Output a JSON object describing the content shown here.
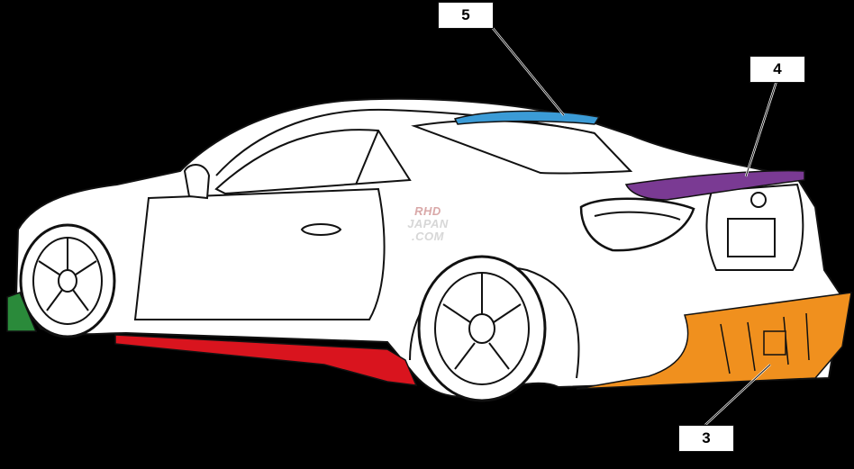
{
  "diagram": {
    "callouts": [
      {
        "label": "5",
        "part": "roof-spoiler"
      },
      {
        "label": "4",
        "part": "trunk-spoiler"
      },
      {
        "label": "3",
        "part": "rear-diffuser"
      }
    ],
    "watermark": {
      "line1": "RHD",
      "line2": "JAPAN",
      "line3": ".COM"
    },
    "colors": {
      "background": "#000000",
      "body": "#ffffff",
      "outline": "#111111",
      "roof_spoiler": "#3b9bd6",
      "trunk_spoiler": "#7a3a93",
      "rear_diffuser": "#f0901e",
      "side_skirt": "#d9141e",
      "front_canard": "#2a8a3a"
    }
  }
}
